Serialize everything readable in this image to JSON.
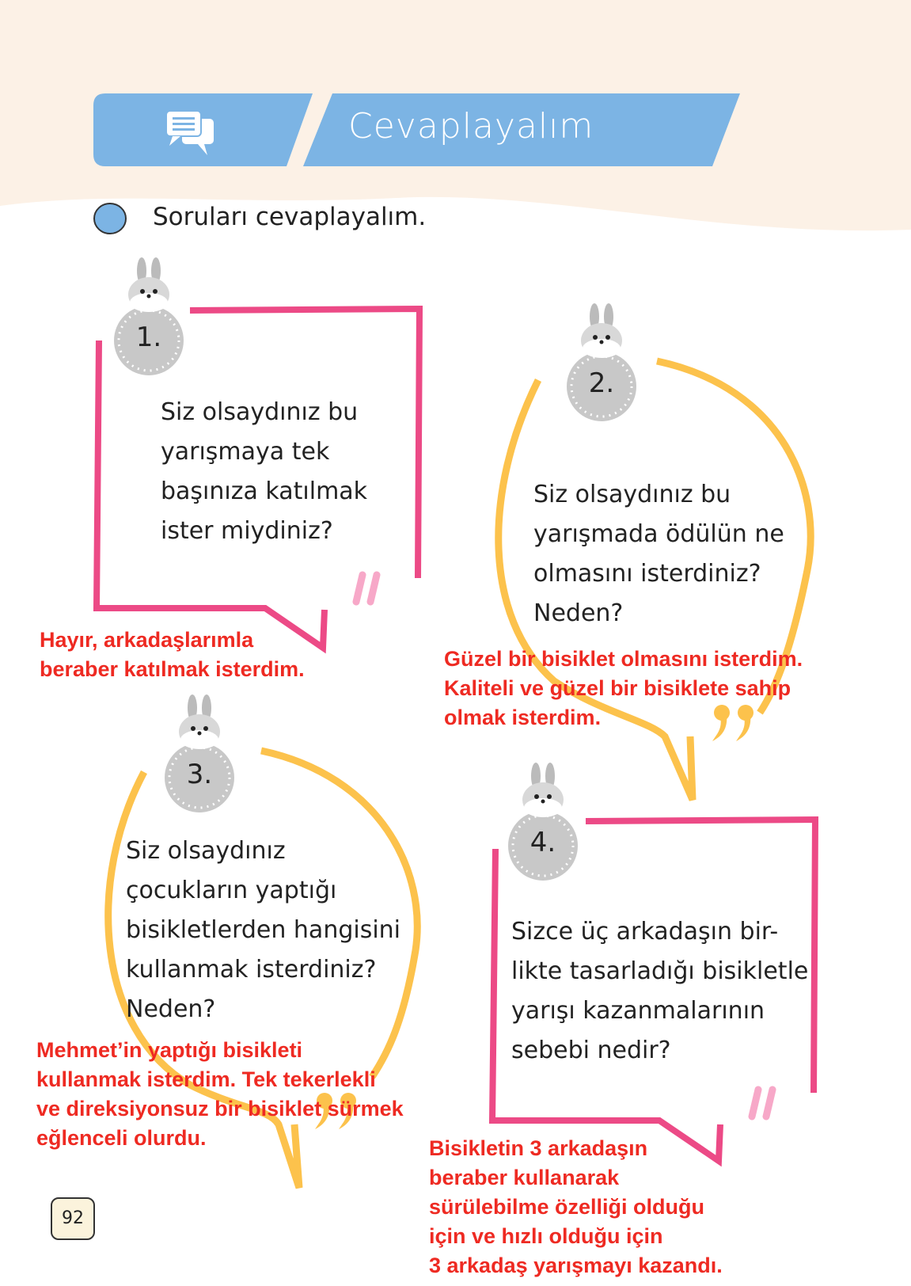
{
  "header": {
    "title": "Cevaplayalım",
    "icon": "chat-bubbles-icon"
  },
  "instruction": "Soruları cevaplayalım.",
  "questions": [
    {
      "number": "1.",
      "lines": [
        "Siz olsaydınız bu",
        "yarışmaya tek",
        "başınıza katılmak",
        "ister miydiniz?"
      ],
      "answer": "Hayır, arkadaşlarımla\nberaber katılmak isterdim."
    },
    {
      "number": "2.",
      "lines": [
        "Siz olsaydınız bu",
        "yarışmada ödülün ne",
        "olmasını isterdiniz?",
        "Neden?"
      ],
      "answer": "Güzel bir bisiklet olmasını isterdim.\nKaliteli ve güzel bir bisiklete sahip\nolmak isterdim."
    },
    {
      "number": "3.",
      "lines": [
        "Siz olsaydınız",
        "çocukların yaptığı",
        "bisikletlerden hangisini",
        "kullanmak isterdiniz?",
        "Neden?"
      ],
      "answer": "Mehmet’in yaptığı bisikleti\nkullanmak isterdim. Tek tekerlekli\nve direksiyonsuz bir bisiklet sürmek\neğlenceli olurdu."
    },
    {
      "number": "4.",
      "lines": [
        "Sizce üç arkadaşın bir-",
        "likte tasarladığı bisikletle",
        "yarışı kazanmalarının",
        "sebebi nedir?"
      ],
      "answer": "Bisikletin 3 arkadaşın\nberaber kullanarak\nsürülebilme özelliği olduğu\niçin ve hızlı olduğu için\n3 arkadaş yarışmayı kazandı."
    }
  ],
  "page_number": "92",
  "colors": {
    "banner": "#7cb4e4",
    "background": "#fcf1e6",
    "pink": "#ec4a86",
    "yellow": "#fcc24c",
    "answer": "#ee2a22",
    "badge": "#c8c8c8"
  }
}
